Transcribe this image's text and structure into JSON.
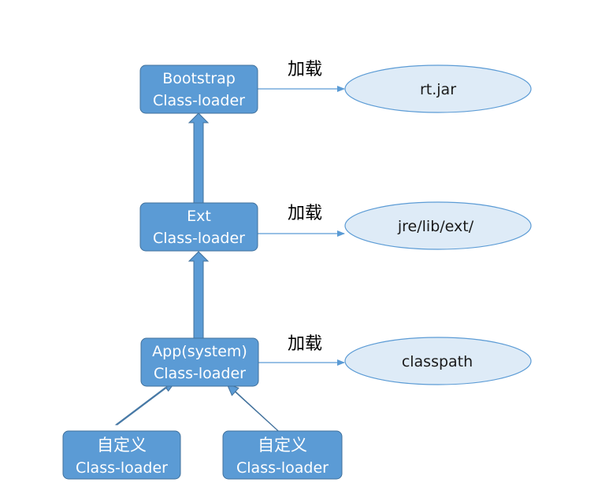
{
  "nodes": {
    "bootstrap": {
      "line1": "Bootstrap",
      "line2": "Class-loader"
    },
    "ext": {
      "line1": "Ext",
      "line2": "Class-loader"
    },
    "app": {
      "line1": "App(system)",
      "line2": "Class-loader"
    },
    "custom_left": {
      "line1": "自定义",
      "line2": "Class-loader"
    },
    "custom_right": {
      "line1": "自定义",
      "line2": "Class-loader"
    }
  },
  "targets": {
    "rt": "rt.jar",
    "ext": "jre/lib/ext/",
    "classpath": "classpath"
  },
  "edge_labels": {
    "bootstrap": "加载",
    "ext": "加载",
    "app": "加载"
  },
  "colors": {
    "node_fill": "#5b9bd5",
    "node_border": "#41719c",
    "ellipse_fill": "#deebf7",
    "line": "#5b9bd5"
  }
}
